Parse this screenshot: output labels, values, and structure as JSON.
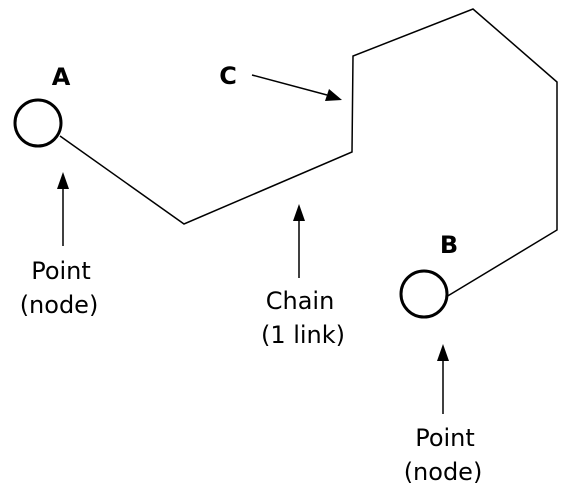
{
  "labels": {
    "node_a": "A",
    "node_b": "B",
    "vertex_c": "C"
  },
  "captions": {
    "point_a": {
      "line1": "Point",
      "line2": "(node)"
    },
    "chain": {
      "line1": "Chain",
      "line2": "(1 link)"
    },
    "point_b": {
      "line1": "Point",
      "line2": "(node)"
    }
  },
  "colors": {
    "stroke": "#000000",
    "background": "#ffffff"
  }
}
